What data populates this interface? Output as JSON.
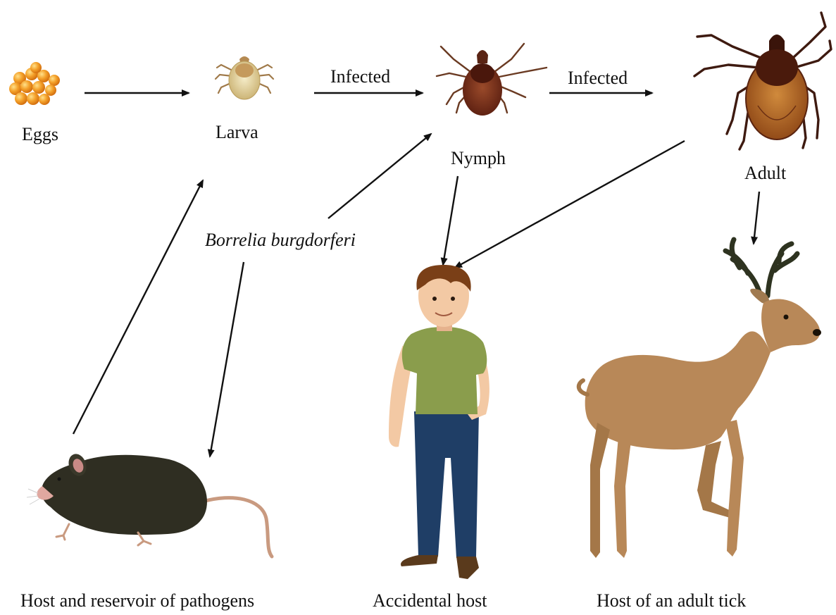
{
  "stages": {
    "eggs": "Eggs",
    "larva": "Larva",
    "nymph": "Nymph",
    "adult": "Adult"
  },
  "transitions": {
    "larva_to_nymph": "Infected",
    "nymph_to_adult": "Infected"
  },
  "pathogen": "Borrelia burgdorferi",
  "hosts": {
    "rodent": "Host and reservoir of pathogens",
    "human": "Accidental host",
    "deer": "Host of an adult tick"
  },
  "colors": {
    "egg": "#f0931a",
    "tick_body": "#7a2e1a",
    "tick_abdomen": "#b5662a",
    "larva": "#e8d9a6",
    "rat": "#2f2e22",
    "rat_tail": "#c99a80",
    "deer": "#b88858",
    "antler": "#2e3320",
    "shirt": "#8a9d4c",
    "jeans": "#1f3e66",
    "hair": "#7a3f17",
    "skin": "#f3c9a4"
  }
}
